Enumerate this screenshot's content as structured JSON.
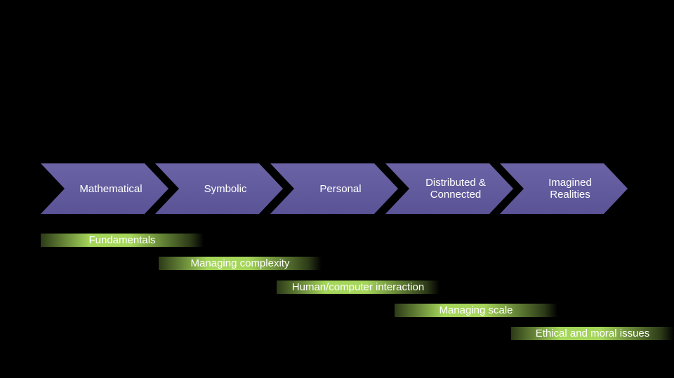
{
  "colors": {
    "background": "#000000",
    "chevron_fill": "#6a63a5",
    "chevron_fill_dark": "#5a5497",
    "bar_bright": "#a5d65a",
    "bar_dim": "#2c3a17"
  },
  "stages": [
    {
      "label": "Mathematical"
    },
    {
      "label": "Symbolic"
    },
    {
      "label": "Personal"
    },
    {
      "label": "Distributed &\nConnected"
    },
    {
      "label": "Imagined\nRealities"
    }
  ],
  "themes": [
    {
      "label": "Fundamentals"
    },
    {
      "label": "Managing complexity"
    },
    {
      "label": "Human/computer interaction"
    },
    {
      "label": "Managing scale"
    },
    {
      "label": "Ethical and moral issues"
    }
  ]
}
